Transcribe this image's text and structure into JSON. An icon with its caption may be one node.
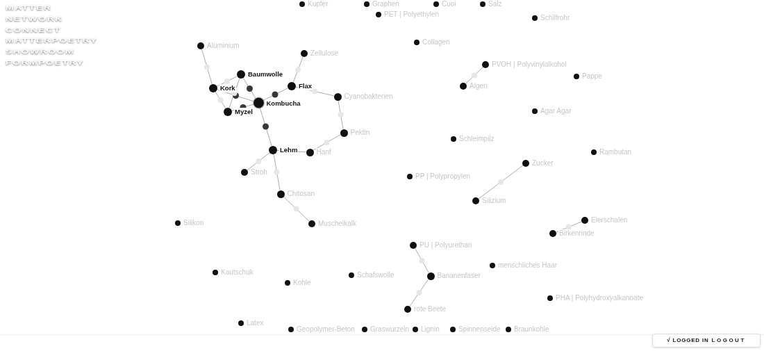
{
  "diagram": {
    "nodes": [
      {
        "text": [
          "Kupfer"
        ]
      },
      {
        "text": [
          "Graphen"
        ]
      },
      {
        "text": [
          "Cuoi"
        ]
      },
      {
        "text": [
          "Salz"
        ]
      },
      {
        "text": [
          "PET | Polyethylen"
        ]
      },
      {
        "text": [
          "Schilfrohr"
        ]
      },
      {
        "text": [
          "Aluminium"
        ]
      },
      {
        "text": [
          "Collagen"
        ]
      },
      {
        "text": [
          "Zellulose"
        ]
      },
      {
        "text": [
          "PVOH | Polyvinylalkohol"
        ]
      },
      {
        "text": [
          "Pappe"
        ]
      },
      {
        "text": [
          "Baumwolle"
        ]
      },
      {
        "text": [
          "Kork"
        ]
      },
      {
        "text": [
          "Flax"
        ]
      },
      {
        "text": [
          "Algen"
        ]
      },
      {
        "text": [
          "Cyanobakterien"
        ]
      },
      {
        "text": [
          "Kombucha"
        ]
      },
      {
        "text": [
          "Myzel"
        ]
      },
      {
        "text": [
          "Agar Agar"
        ]
      },
      {
        "text": [
          "Pektin"
        ]
      },
      {
        "text": [
          "Schleimpilz"
        ]
      },
      {
        "text": [
          "Lehm"
        ]
      },
      {
        "text": [
          "Hanf"
        ]
      },
      {
        "text": [
          "Rambutan"
        ]
      },
      {
        "text": [
          "Zucker"
        ]
      },
      {
        "text": [
          "Stroh"
        ]
      },
      {
        "text": [
          "PP | Polypropylen"
        ]
      },
      {
        "text": [
          "Chitosan"
        ]
      },
      {
        "text": [
          "Silizium"
        ]
      },
      {
        "text": [
          "Eierschalen"
        ]
      },
      {
        "text": [
          "Silikon"
        ]
      },
      {
        "text": [
          "Muschelkalk"
        ]
      },
      {
        "text": [
          "Birkenrinde"
        ]
      },
      {
        "text": [
          "PU | Polyurethan"
        ]
      },
      {
        "text": [
          "menschliches Haar"
        ]
      },
      {
        "text": [
          "Kautschuk"
        ]
      },
      {
        "text": [
          "Schafswolle"
        ]
      },
      {
        "text": [
          "Bananenfaser"
        ]
      },
      {
        "text": [
          "Kohle"
        ]
      },
      {
        "text": [
          "PHA | Polyhydroxyalkanoate"
        ]
      },
      {
        "text": [
          "rote Beete"
        ]
      },
      {
        "text": [
          "Latex"
        ]
      },
      {
        "text": [
          "Geopolymer-Beton"
        ]
      },
      {
        "text": [
          "Graswurzeln"
        ]
      },
      {
        "text": [
          "Lignin"
        ]
      },
      {
        "text": [
          "Spinnenseide"
        ]
      },
      {
        "text": [
          "Braunkohle"
        ]
      }
    ],
    "edges": [
      {
        "from": 6,
        "to": 12,
        "arrow": "none"
      },
      {
        "from": 12,
        "to": 11,
        "arrow": "none"
      },
      {
        "from": 12,
        "to": 17,
        "arrow": "none"
      },
      {
        "from": 12,
        "to": 16,
        "arrow": "none"
      },
      {
        "from": 11,
        "to": 17,
        "arrow": "none"
      },
      {
        "from": 11,
        "to": 16,
        "arrow": "none"
      },
      {
        "from": 17,
        "to": 16,
        "arrow": "none"
      },
      {
        "from": 16,
        "to": 13,
        "arrow": "none"
      },
      {
        "from": 16,
        "to": 21,
        "arrow": "none"
      },
      {
        "from": 13,
        "to": 8,
        "arrow": "none"
      },
      {
        "from": 13,
        "to": 15,
        "arrow": "none"
      },
      {
        "from": 15,
        "to": 19,
        "arrow": "none"
      },
      {
        "from": 19,
        "to": 22,
        "arrow": "none"
      },
      {
        "from": 22,
        "to": 21,
        "arrow": "none"
      },
      {
        "from": 21,
        "to": 25,
        "arrow": "none"
      },
      {
        "from": 21,
        "to": 27,
        "arrow": "none"
      },
      {
        "from": 27,
        "to": 31,
        "arrow": "none"
      },
      {
        "from": 9,
        "to": 14,
        "arrow": "none"
      },
      {
        "from": 24,
        "to": 28,
        "arrow": "none"
      },
      {
        "from": 29,
        "to": 32,
        "arrow": "none"
      },
      {
        "from": 33,
        "to": 37,
        "arrow": "none"
      },
      {
        "from": 37,
        "to": 40,
        "arrow": "none"
      }
    ],
    "labels": [
      "MATTER",
      "NETWORK",
      "CONNECT",
      "MATTERPOETRY",
      "SHOWROOM",
      "FORMPOETRY",
      "√ LOGGED IN",
      "LOGOUT"
    ]
  }
}
